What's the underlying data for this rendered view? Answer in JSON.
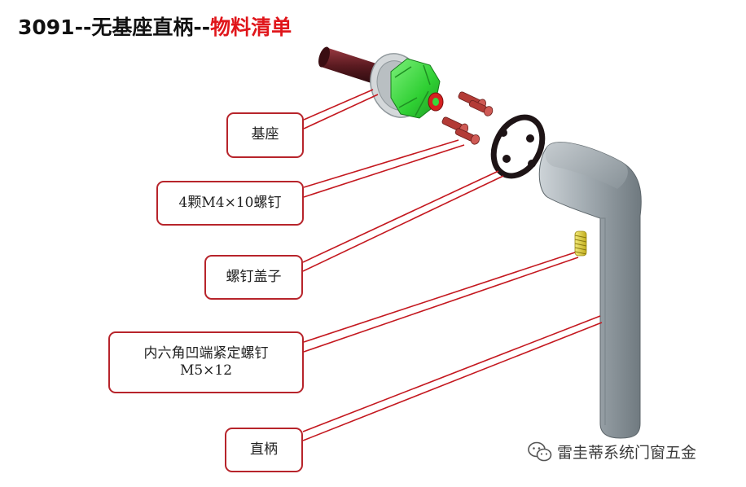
{
  "title": {
    "main": "3091--无基座直柄--",
    "highlight": "物料清单"
  },
  "colors": {
    "leader": "#c4181f",
    "highlight": "#e0161b",
    "box_border": "#b7242b",
    "base_green": "#38d83a",
    "handle_grey": "#aab2b7",
    "cap_dark": "#1e1416",
    "spring_yellow": "#e6d53a",
    "screw_red": "#b33b36"
  },
  "labels": {
    "base": "基座",
    "screws": "4颗M4×10螺钉",
    "cap": "螺钉盖子",
    "setscrew_line1": "内六角凹端紧定螺钉",
    "setscrew_line2": "M5×12",
    "handle": "直柄"
  },
  "watermark": {
    "icon": "wechat-icon",
    "text": "雷圭蒂系统门窗五金"
  }
}
